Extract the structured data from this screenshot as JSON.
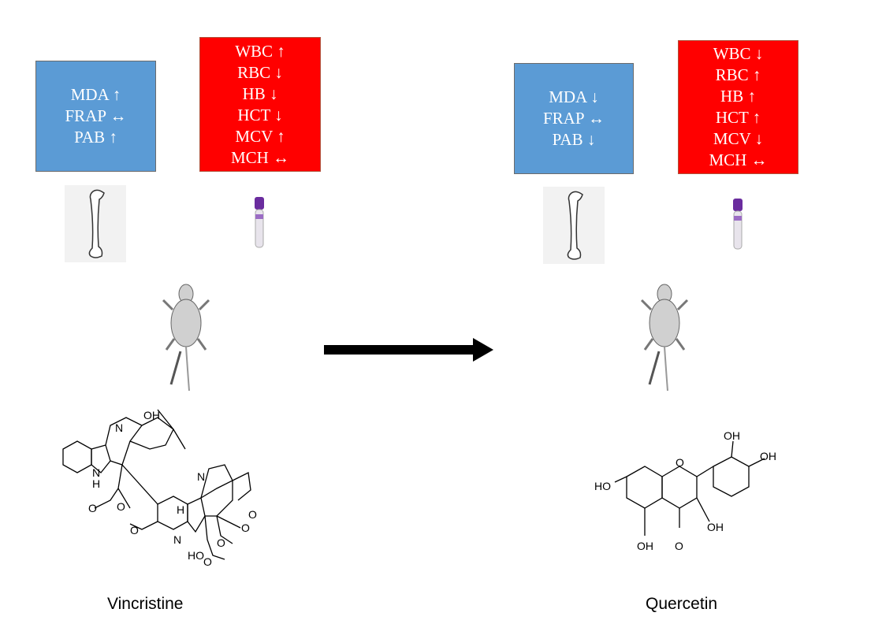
{
  "left": {
    "oxidative": [
      "MDA ↑",
      "FRAP ↔",
      "PAB ↑"
    ],
    "blood": [
      "WBC ↑",
      "RBC  ↓",
      "HB ↓",
      "HCT ↓",
      "MCV ↑",
      "MCH ↔"
    ],
    "compound": "Vincristine",
    "atoms": {
      "oh": "OH",
      "n1": "N",
      "nh_n": "N",
      "nh_h": "H",
      "n2": "N",
      "h1": "H",
      "n3": "N",
      "me": "O",
      "ho": "HO",
      "o1": "O",
      "o2": "O",
      "o3": "O",
      "o4": "O",
      "o5": "O",
      "o6": "O"
    }
  },
  "right": {
    "oxidative": [
      "MDA ↓",
      "FRAP ↔",
      "PAB ↓"
    ],
    "blood": [
      "WBC ↓",
      "RBC  ↑",
      "HB ↑",
      "HCT ↑",
      "MCV ↓",
      "MCH ↔"
    ],
    "compound": "Quercetin",
    "atoms": {
      "oh1": "OH",
      "oh2": "OH",
      "ho": "HO",
      "oh3": "OH",
      "oh4": "OH",
      "o_keto": "O",
      "o_ring": "O"
    }
  },
  "icons": [
    "bone-icon",
    "blood-tube-icon",
    "rat-icon",
    "syringe-icon",
    "arrow-right-icon"
  ],
  "colors": {
    "blue": "#5b9bd5",
    "red": "#ff0000"
  }
}
